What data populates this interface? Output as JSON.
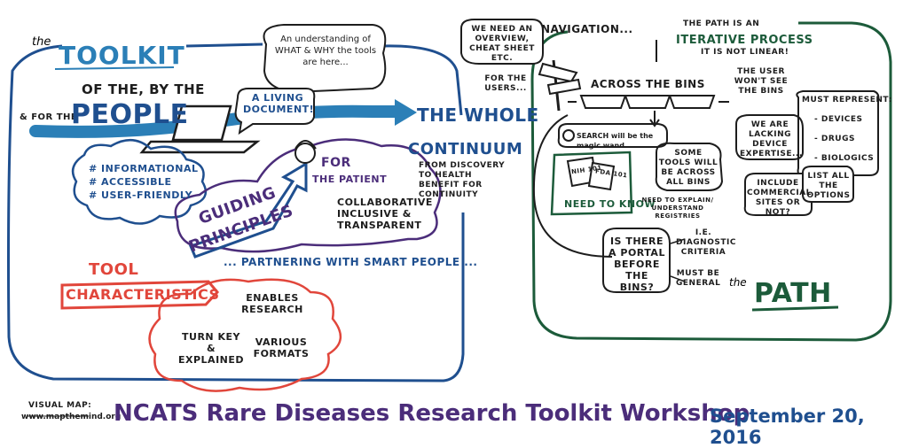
{
  "left": {
    "the_prefix": "the",
    "toolkit_title": "TOOLKIT",
    "understanding": "An understanding of WHAT & WHY the tools are here...",
    "of_the_by_the": "OF THE, BY THE",
    "for_the": "& FOR THE",
    "people": "PEOPLE",
    "living_document": "A LIVING DOCUMENT!",
    "whole": "THE WHOLE",
    "continuum": "CONTINUUM",
    "from_discovery": "FROM DISCOVERY TO HEALTH BENEFIT FOR CONTINUITY",
    "bullets": [
      "# INFORMATIONAL",
      "# ACCESSIBLE",
      "# USER-FRIENDLY"
    ],
    "guiding": "GUIDING",
    "principles": "PRINCIPLES",
    "for_patient_for": "FOR",
    "for_patient": "the PATIENT",
    "collaborative": "COLLABORATIVE INCLUSIVE & TRANSPARENT",
    "tool": "TOOL",
    "characteristics": "CHARACTERISTICS",
    "partnering": "... PARTNERING WITH SMART PEOPLE ...",
    "enables_research": "ENABLES RESEARCH",
    "turn_key": "TURN KEY & EXPLAINED",
    "various_formats": "VARIOUS FORMATS"
  },
  "right": {
    "we_need": "WE NEED AN OVERVIEW, CHEAT SHEET etc.",
    "navigation": "NAVIGATION...",
    "for_users": "FOR THE USERS...",
    "path_is_an": "THE PATH IS AN",
    "iterative": "ITERATIVE PROCESS",
    "not_linear": "IT IS NOT LINEAR!",
    "across_bins": "ACROSS THE BINS",
    "user_wont": "THE USER WON'T SEE THE BINS",
    "search": "SEARCH will be the magic wand",
    "must_represent": "MUST REPRESENT:",
    "represent_items": [
      "- DEVICES",
      "- DRUGS",
      "- BIOLOGICS"
    ],
    "lacking": "WE ARE LACKING DEVICE EXPERTISE...",
    "nih_label": "NIH 101",
    "fda_label": "FDA 101",
    "need_to_know": "NEED TO KNOW",
    "some_tools": "SOME TOOLS will be ACROSS ALL BINS",
    "explain": "NEED TO EXPLAIN/ UNDERSTAND REGISTRIES",
    "include_commercial": "INCLUDE COMMERCIAL SITES OR NOT?",
    "list_all": "LIST ALL THE OPTIONS",
    "portal": "IS THERE A PORTAL BEFORE THE BINS?",
    "ie_diag": "I.E. DIAGNOSTIC CRITERIA",
    "must_general": "MUST BE GENERAL",
    "the_prefix": "the",
    "path": "PATH"
  },
  "footer": {
    "visual_map": "VISUAL MAP:",
    "website": "www.mapthemind.org",
    "workshop": "NCATS Rare Diseases Research Toolkit Workshop",
    "date": "September 20, 2016"
  },
  "colors": {
    "blue": "#1f4f8f",
    "teal": "#2b7fb7",
    "green": "#1c5b3a",
    "purple": "#4b2d7a",
    "red": "#e1463b",
    "ink": "#1d1d1d"
  }
}
